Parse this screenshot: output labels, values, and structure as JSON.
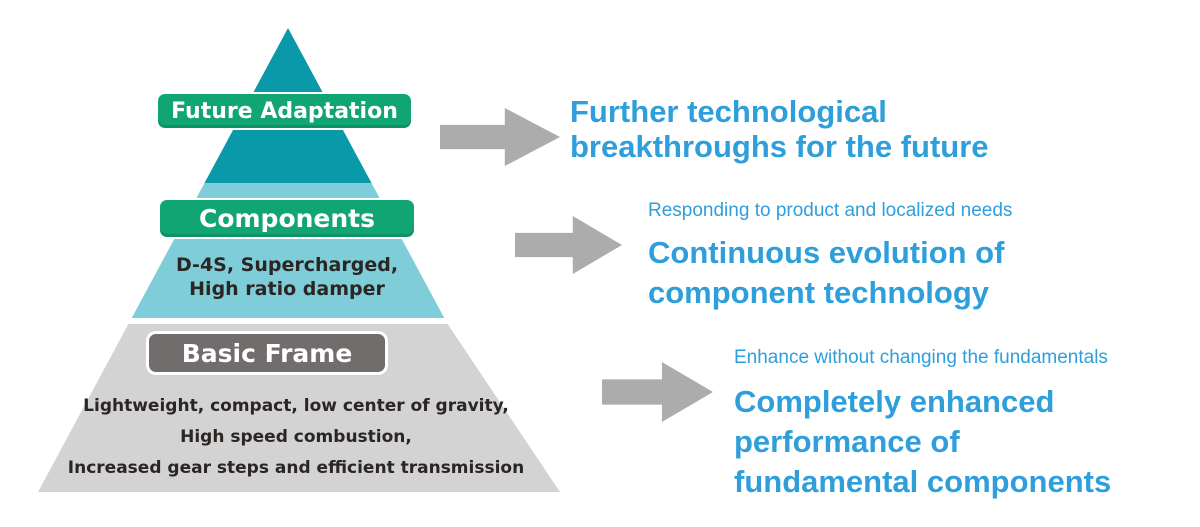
{
  "colors": {
    "tier1_teal": "#0999A8",
    "tier2_teal": "#7FCDD8",
    "tier3_gray": "#D3D3D4",
    "badge_green": "#10A573",
    "badge_dark_gray": "#716D6D",
    "arrow_gray": "#ACACAC",
    "accent_blue": "#2E9FDB",
    "pyramid_text": "#2B2523"
  },
  "pyramid": {
    "tiers": [
      {
        "label": "Future Adaptation",
        "badge_style": "green",
        "detail_lines": []
      },
      {
        "label": "Components",
        "badge_style": "green",
        "detail_lines": [
          "D-4S, Supercharged,",
          "High ratio damper"
        ]
      },
      {
        "label": "Basic Frame",
        "badge_style": "dark-gray",
        "detail_lines": [
          "Lightweight, compact, low center of gravity,",
          "High speed combustion,",
          "Increased gear steps and efficient transmission"
        ]
      }
    ]
  },
  "annotations": [
    {
      "subtitle": "",
      "title_lines": [
        "Further technological",
        "breakthroughs for the future"
      ]
    },
    {
      "subtitle": "Responding to product and localized needs",
      "title_lines": [
        "Continuous evolution of",
        "component technology"
      ]
    },
    {
      "subtitle": "Enhance without changing the fundamentals",
      "title_lines": [
        "Completely enhanced",
        "performance of",
        "fundamental components"
      ]
    }
  ]
}
